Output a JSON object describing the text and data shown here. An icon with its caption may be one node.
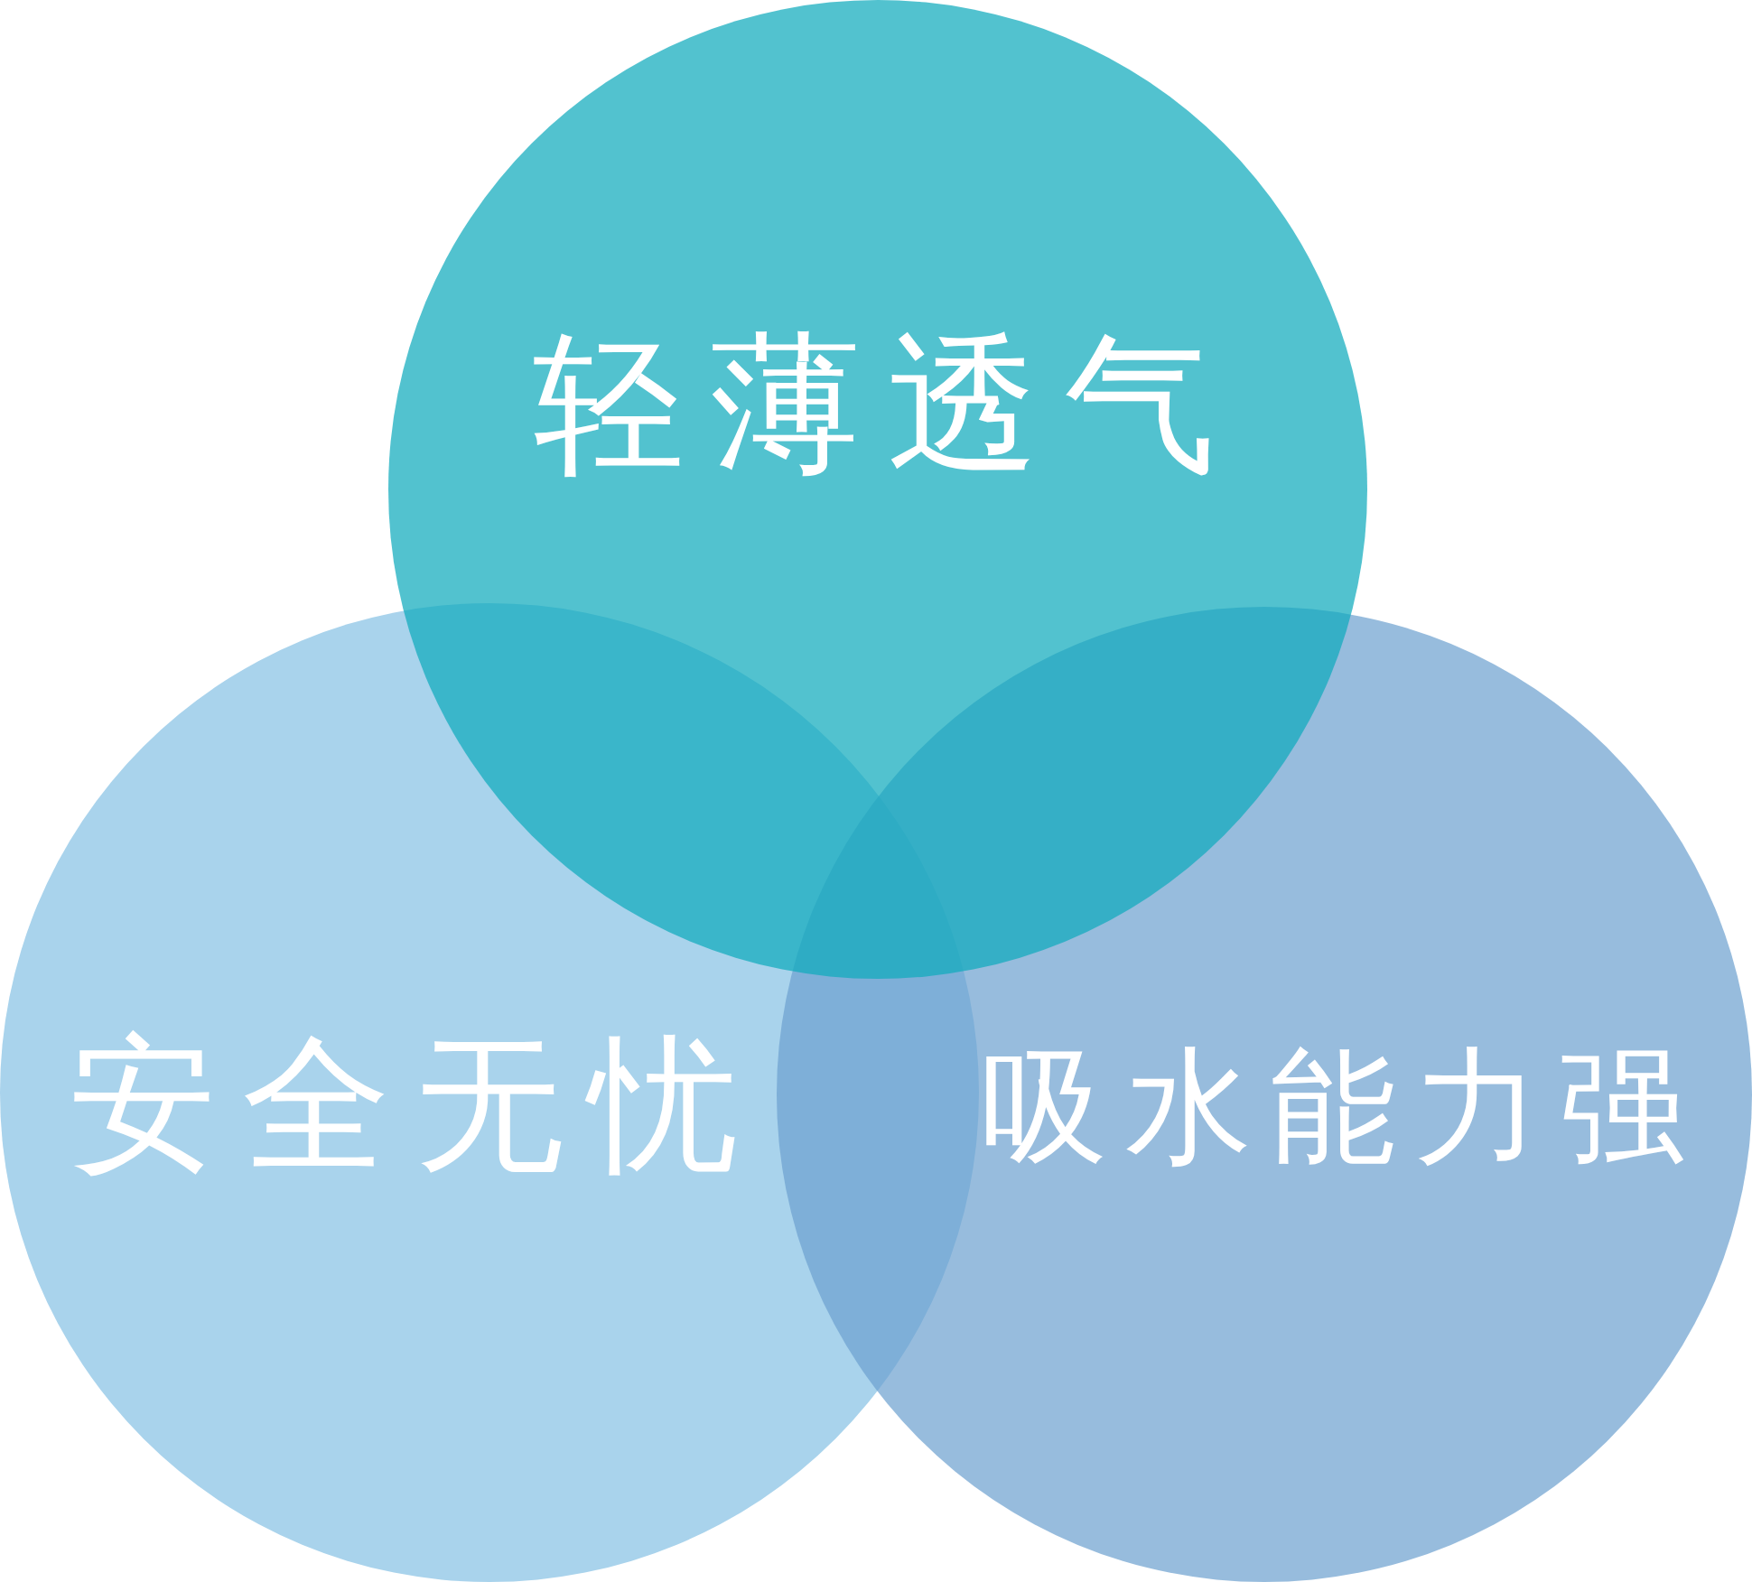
{
  "diagram": {
    "nodes": [
      {
        "text": [
          "轻薄透气"
        ]
      },
      {
        "text": [
          "安全无忧"
        ]
      },
      {
        "text": [
          "吸水能力强"
        ]
      }
    ]
  }
}
